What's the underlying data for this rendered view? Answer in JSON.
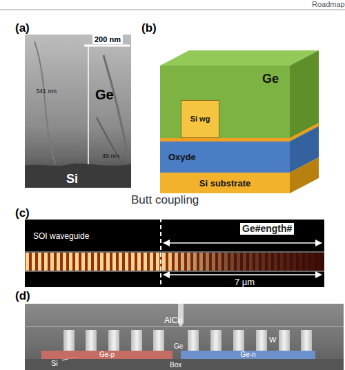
{
  "diagram": {
    "nodes": [
      {
        "text": [
          "Ge"
        ]
      },
      {
        "text": [
          "Si wg"
        ],
        "in": 0
      },
      {
        "text": [
          "Oxyde"
        ]
      },
      {
        "text": [
          "Si substrate"
        ]
      },
      {
        "text": [
          "Ge-p"
        ]
      },
      {
        "text": [
          "Ge-n"
        ]
      }
    ],
    "labels": [
      "Roadmap",
      "(a)",
      "200 nm",
      "341 nm",
      "Ge",
      "45 nm",
      "Si",
      "(b)",
      "(c)",
      "Butt coupling",
      "SOI waveguide",
      "Ge#ength#",
      "7 µm",
      "(d)",
      "AlCu",
      "W",
      "Ge",
      "Si",
      "Box"
    ]
  }
}
